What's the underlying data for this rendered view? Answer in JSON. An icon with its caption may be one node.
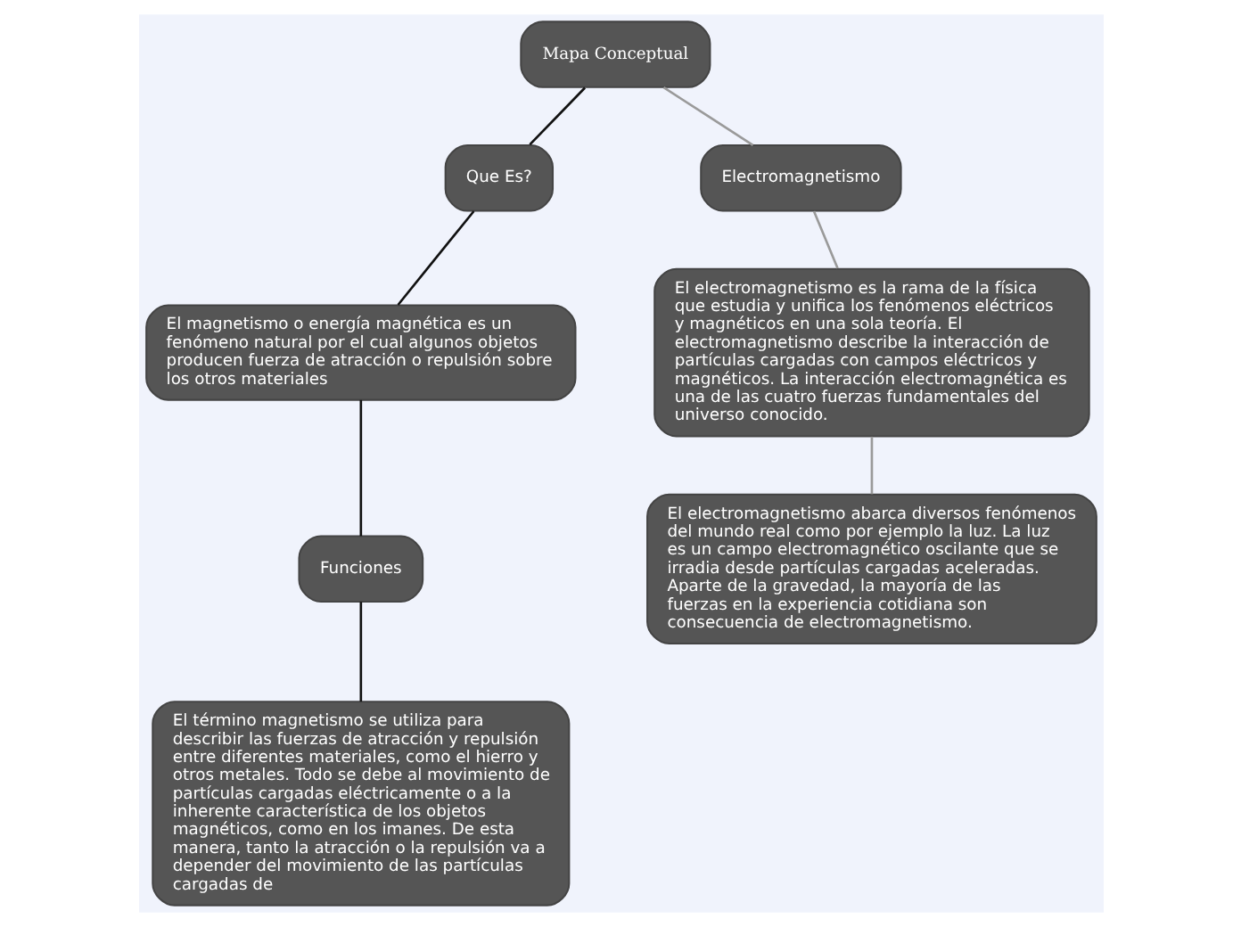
{
  "diagram": {
    "nodes": [
      {
        "text": [
          "Mapa Conceptual"
        ]
      },
      {
        "text": [
          "Que Es?"
        ]
      },
      {
        "text": [
          "Electromagnetismo"
        ]
      },
      {
        "text": [
          "El magnetismo o energía magnética es un fenómeno natural por el cual algunos objetos producen fuerza de atracción o repulsión sobre los otros materiales"
        ]
      },
      {
        "text": [
          "El electromagnetismo es la rama de la física que estudia y unifica los fenómenos eléctricos y magnéticos en una sola teoría. El electromagnetismo describe la interacción de partículas cargadas con campos eléctricos y magnéticos. La interacción electromagnética es una de las cuatro fuerzas fundamentales del universo conocido."
        ]
      },
      {
        "text": [
          "Funciones"
        ]
      },
      {
        "text": [
          "El electromagnetismo abarca diversos fenómenos del mundo real como por ejemplo la luz. La luz es un campo electromagnético oscilante que se irradia desde partículas cargadas aceleradas. Aparte de la gravedad, la mayoría de las fuerzas en la experiencia cotidiana son consecuencia de electromagnetismo."
        ]
      },
      {
        "text": [
          "El término magnetismo se utiliza para describir las fuerzas de atracción y repulsión entre diferentes materiales, como el hierro y otros metales. Todo se debe al movimiento de partículas cargadas eléctricamente o a la inherente característica de los objetos magnéticos, como en los imanes. De esta manera, tanto la atracción o la repulsión va a depender del movimiento de las partículas cargadas de"
        ]
      }
    ],
    "edges": [
      {
        "from": 0,
        "to": 1,
        "arrow": "none"
      },
      {
        "from": 0,
        "to": 2,
        "arrow": "none",
        "color": "#9a9a9a"
      },
      {
        "from": 1,
        "to": 3,
        "arrow": "none"
      },
      {
        "from": 2,
        "to": 4,
        "arrow": "none",
        "color": "#9a9a9a"
      },
      {
        "from": 3,
        "to": 5,
        "arrow": "none"
      },
      {
        "from": 4,
        "to": 6,
        "arrow": "none",
        "color": "#9a9a9a"
      },
      {
        "from": 5,
        "to": 7,
        "arrow": "none"
      }
    ]
  }
}
